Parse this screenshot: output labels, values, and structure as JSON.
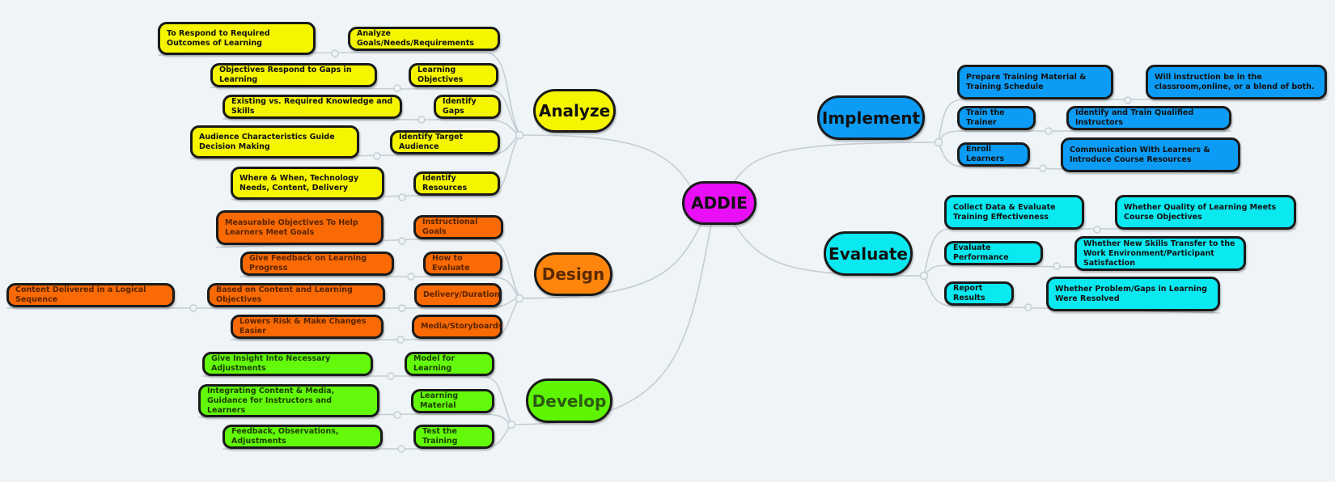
{
  "colors": {
    "root": "#e80ef5",
    "analyze": "#f5f500",
    "design": "#f96a04",
    "develop": "#62f90a",
    "implement": "#0c9cf5",
    "evaluate": "#0ae8f0",
    "connector": "#c6cdd2"
  },
  "root": {
    "label": "ADDIE"
  },
  "analyze": {
    "label": "Analyze",
    "children": [
      {
        "label": "Analyze Goals/Needs/Requirements",
        "detail": "To Respond to Required Outcomes of Learning"
      },
      {
        "label": "Learning Objectives",
        "detail": "Objectives Respond to Gaps in Learning"
      },
      {
        "label": "Identify Gaps",
        "detail": "Existing vs. Required Knowledge and Skills"
      },
      {
        "label": "Identify Target Audience",
        "detail": "Audience Characteristics Guide Decision Making"
      },
      {
        "label": "Identify Resources",
        "detail": "Where & When, Technology Needs, Content, Delivery"
      }
    ]
  },
  "design": {
    "label": "Design",
    "children": [
      {
        "label": "Instructional Goals",
        "detail": "Measurable Objectives To Help Learners Meet Goals"
      },
      {
        "label": "How to Evaluate",
        "detail": "Give Feedback on Learning Progress"
      },
      {
        "label": "Delivery/Duration",
        "detail": "Based on Content and Learning Objectives",
        "sub": "Content Delivered in a Logical Sequence"
      },
      {
        "label": "Media/Storyboards",
        "detail": "Lowers Risk & Make Changes Easier"
      }
    ]
  },
  "develop": {
    "label": "Develop",
    "children": [
      {
        "label": "Model for Learning",
        "detail": "Give Insight Into Necessary Adjustments"
      },
      {
        "label": "Learning Material",
        "detail": "Integrating Content & Media, Guidance for Instructors and Learners"
      },
      {
        "label": "Test the Training",
        "detail": "Feedback, Observations, Adjustments"
      }
    ]
  },
  "implement": {
    "label": "Implement",
    "children": [
      {
        "label": "Prepare Training Material & Training Schedule",
        "detail": "Will instruction be in the classroom,online, or a blend of both."
      },
      {
        "label": "Train the Trainer",
        "detail": "Identify and Train Qualified Instructors"
      },
      {
        "label": "Enroll Learners",
        "detail": "Communication With Learners & Introduce Course Resources"
      }
    ]
  },
  "evaluate": {
    "label": "Evaluate",
    "children": [
      {
        "label": "Collect Data & Evaluate Training Effectiveness",
        "detail": "Whether Quality of Learning Meets Course Objectives"
      },
      {
        "label": "Evaluate Performance",
        "detail": "Whether New Skills Transfer to the Work Environment/Participant Satisfaction"
      },
      {
        "label": "Report Results",
        "detail": "Whether Problem/Gaps in Learning Were Resolved"
      }
    ]
  }
}
